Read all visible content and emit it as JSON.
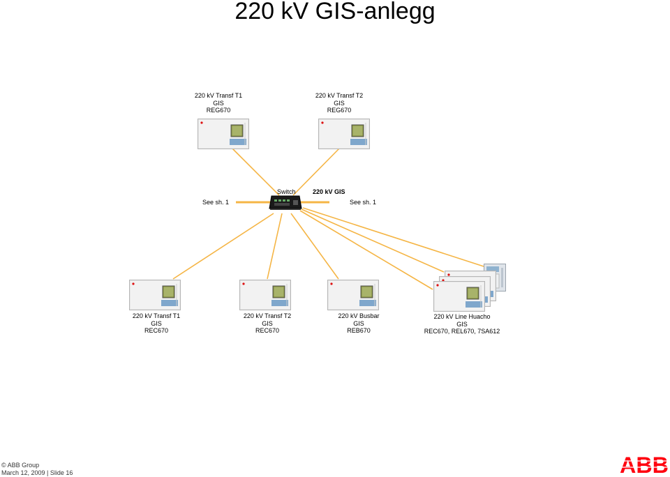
{
  "title": "220 kV GIS-anlegg",
  "top_devices": [
    {
      "lines": [
        "220 kV Transf T1",
        "GIS",
        "REG670"
      ]
    },
    {
      "lines": [
        "220 kV Transf T2",
        "GIS",
        "REG670"
      ]
    }
  ],
  "bus": {
    "switch_label": "Switch",
    "bus_label": "220 kV GIS",
    "left_ref": "See sh. 1",
    "right_ref": "See sh. 1"
  },
  "bottom_devices": [
    {
      "lines": [
        "220 kV Transf T1",
        "GIS",
        "REC670"
      ]
    },
    {
      "lines": [
        "220 kV Transf T2",
        "GIS",
        "REC670"
      ]
    },
    {
      "lines": [
        "220 kV Busbar",
        "GIS",
        "REB670"
      ]
    },
    {
      "lines": [
        "220 kV Line Huacho",
        "GIS",
        "REC670, REL670, 7SA612"
      ]
    }
  ],
  "footer": {
    "line1": "© ABB Group",
    "line2": "March 12, 2009 | Slide 16"
  },
  "logo_text": "ABB",
  "colors": {
    "bus": "#f5b545",
    "link": "#f5b545",
    "device": "#e8e8e8",
    "lcd": "#7f8a3a",
    "logo": "#ff000f"
  }
}
